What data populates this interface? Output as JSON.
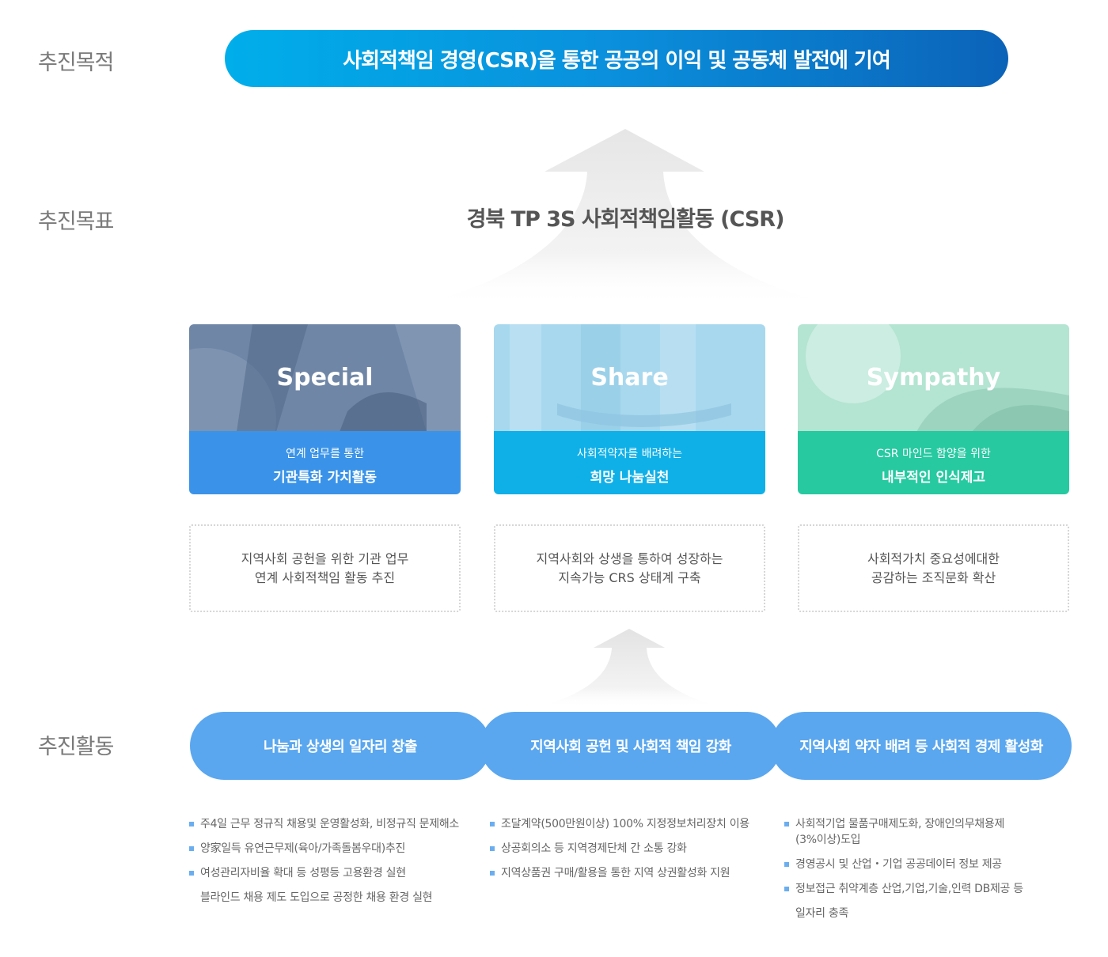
{
  "labels": {
    "purpose": "추진목적",
    "goal": "추진목표",
    "activity": "추진활동"
  },
  "purpose": "사회적책임 경영(CSR)을 통한 공공의 이익 및 공동체 발전에 기여",
  "goal_title": "경북 TP 3S 사회적책임활동 (CSR)",
  "cards": [
    {
      "title": "Special",
      "sub": "연계 업무를 통한",
      "main": "기관특화 가치활동",
      "desc_1": "지역사회 공헌을 위한 기관 업무",
      "desc_2": "연계 사회적책임 활동 추진",
      "color": "#3a93e8"
    },
    {
      "title": "Share",
      "sub": "사회적약자를 배려하는",
      "main": "희망 나눔실천",
      "desc_1": "지역사회와 상생을 통하여 성장하는",
      "desc_2": "지속가능 CRS 상태계 구축",
      "color": "#0fb0e8"
    },
    {
      "title": "Sympathy",
      "sub": "CSR 마인드 함양을 위한",
      "main": "내부적인 인식제고",
      "desc_1": "사회적가치 중요성에대한",
      "desc_2": "공감하는 조직문화 확산",
      "color": "#26c9a0"
    }
  ],
  "activities": [
    {
      "title": "나눔과 상생의 일자리 창출",
      "items": [
        {
          "text": "주4일 근무 정규직 채용및 운영활성화, 비정규직 문제해소"
        },
        {
          "text": "양家일득 유연근무제(육아/가족돌봄우대)추진"
        },
        {
          "text": "여성관리자비율 확대 등 성평등 고용환경 실현",
          "cont": "블라인드 채용 제도 도입으로 공정한 채용 환경 실현"
        }
      ]
    },
    {
      "title": "지역사회 공헌 및 사회적 책임 강화",
      "items": [
        {
          "text": "조달계약(500만원이상) 100% 지정정보처리장치 이용"
        },
        {
          "text": "상공회의소 등 지역경제단체 간 소통 강화"
        },
        {
          "text": "지역상품권 구매/활용을 통한 지역 상권활성화 지원"
        }
      ]
    },
    {
      "title": "지역사회 약자 배려 등 사회적 경제 활성화",
      "items": [
        {
          "text": "사회적기업 물품구매제도화, 장애인의무채용제",
          "cont": "(3%이상)도입"
        },
        {
          "text": "경영공시 및 산업・기업 공공데이터 정보 제공"
        },
        {
          "text": "정보접근 취약계층 산업,기업,기술,인력 DB제공 등",
          "cont": "일자리 충족"
        }
      ]
    }
  ]
}
